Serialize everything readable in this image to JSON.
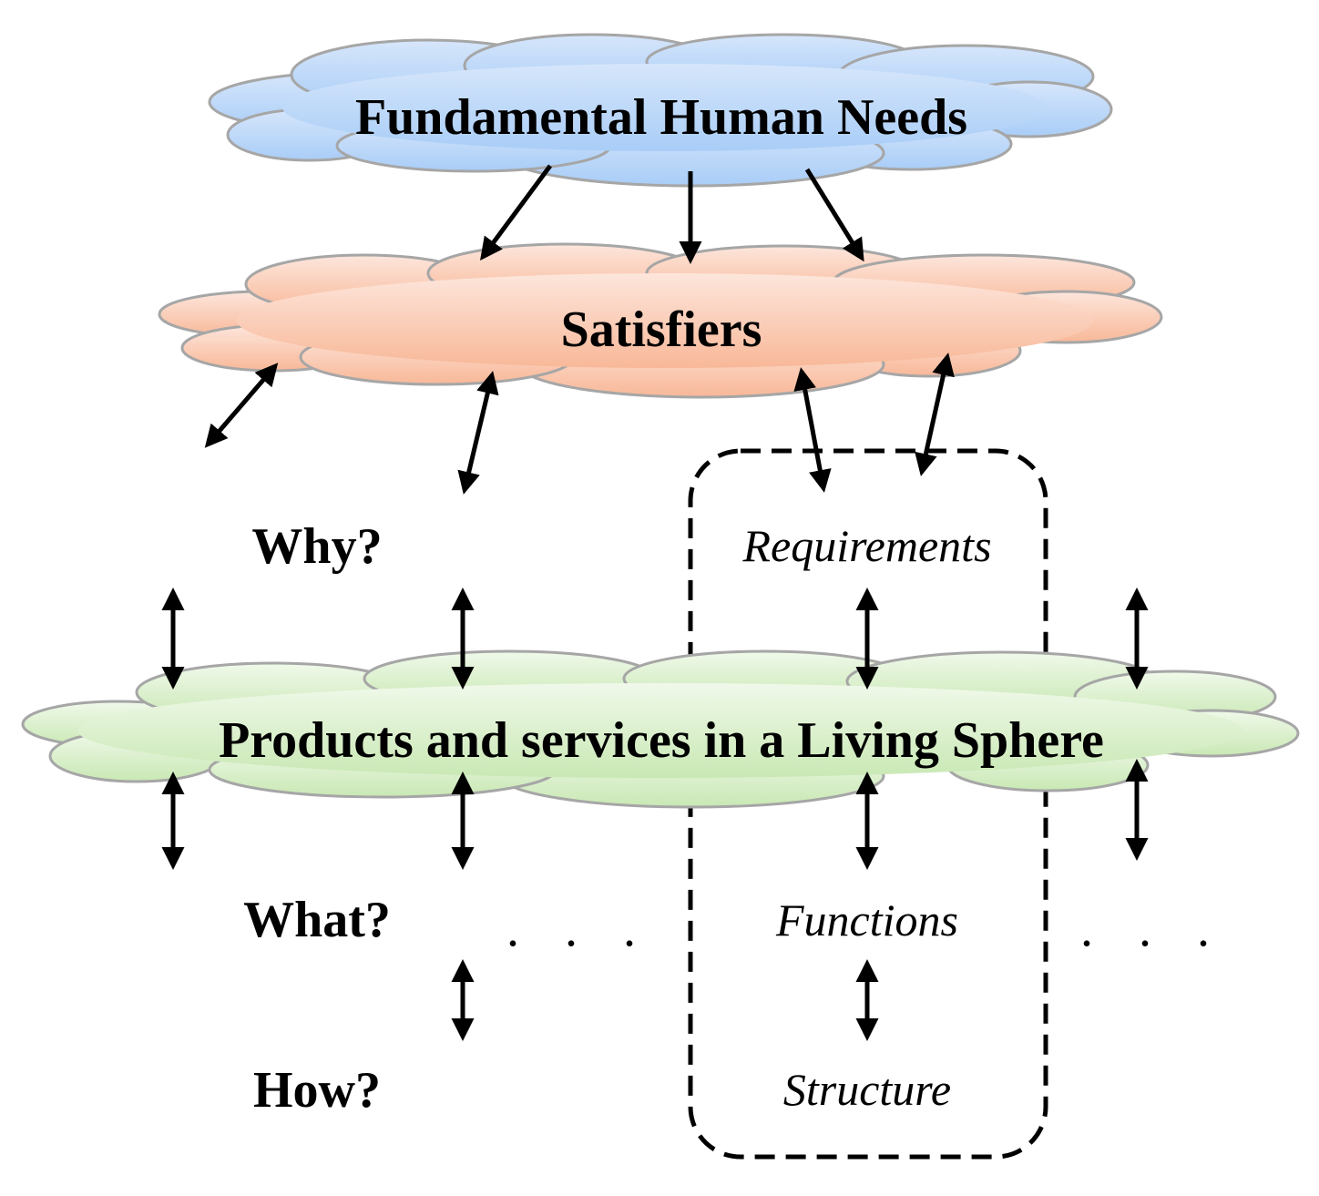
{
  "clouds": {
    "needs": {
      "label": "Fundamental Human Needs",
      "color_top": "#d6e6fb",
      "color_bottom": "#a9cdf7"
    },
    "satisfiers": {
      "label": "Satisfiers",
      "color_top": "#fde6dc",
      "color_bottom": "#f8b898"
    },
    "products": {
      "label": "Products and services in a Living Sphere",
      "color_top": "#f0f9ea",
      "color_bottom": "#c9e8b4"
    }
  },
  "questions": {
    "why": "Why?",
    "what": "What?",
    "how": "How?"
  },
  "box": {
    "requirements": "Requirements",
    "functions": "Functions",
    "structure": "Structure"
  },
  "ellipsis": {
    "left": ". . .",
    "right": ". . ."
  }
}
